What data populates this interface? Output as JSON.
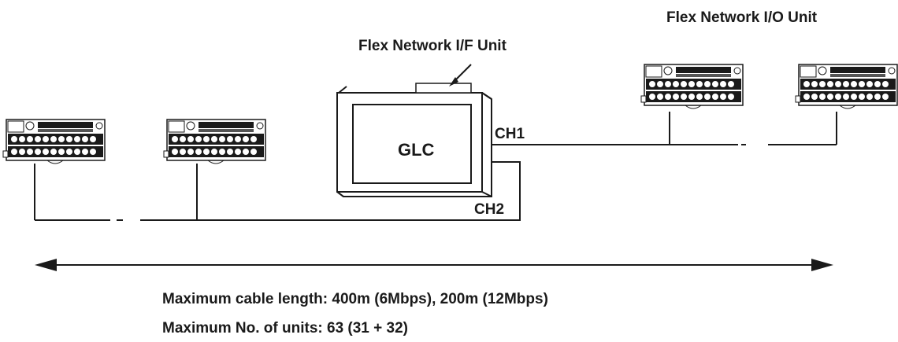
{
  "diagram": {
    "io_unit_label": "Flex Network I/O Unit",
    "if_unit_label": "Flex Network I/F Unit",
    "glc_label": "GLC",
    "ch1_label": "CH1",
    "ch2_label": "CH2",
    "cable_length_text": "Maximum cable length: 400m (6Mbps), 200m (12Mbps)",
    "max_units_text": "Maximum No. of units: 63 (31 + 32)"
  },
  "colors": {
    "line": "#1a1a1a",
    "background": "#ffffff"
  }
}
